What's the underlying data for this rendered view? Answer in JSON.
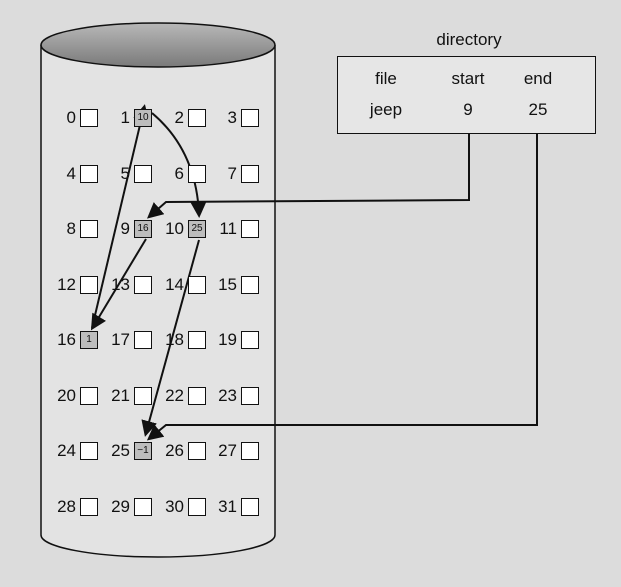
{
  "directory": {
    "title": "directory",
    "columns": [
      "file",
      "start",
      "end"
    ],
    "row": {
      "file": "jeep",
      "start": "9",
      "end": "25"
    }
  },
  "blocks": [
    {
      "n": "0"
    },
    {
      "n": "1",
      "v": "10"
    },
    {
      "n": "2"
    },
    {
      "n": "3"
    },
    {
      "n": "4"
    },
    {
      "n": "5"
    },
    {
      "n": "6"
    },
    {
      "n": "7"
    },
    {
      "n": "8"
    },
    {
      "n": "9",
      "v": "16"
    },
    {
      "n": "10",
      "v": "25"
    },
    {
      "n": "11"
    },
    {
      "n": "12"
    },
    {
      "n": "13"
    },
    {
      "n": "14"
    },
    {
      "n": "15"
    },
    {
      "n": "16",
      "v": "1"
    },
    {
      "n": "17"
    },
    {
      "n": "18"
    },
    {
      "n": "19"
    },
    {
      "n": "20"
    },
    {
      "n": "21"
    },
    {
      "n": "22"
    },
    {
      "n": "23"
    },
    {
      "n": "24"
    },
    {
      "n": "25",
      "v": "−1"
    },
    {
      "n": "26"
    },
    {
      "n": "27"
    },
    {
      "n": "28"
    },
    {
      "n": "29"
    },
    {
      "n": "30"
    },
    {
      "n": "31"
    }
  ],
  "colors": {
    "used_block": "#bdbdbd",
    "background": "#dcdcdc",
    "disk_top": "#9a9a9a"
  }
}
